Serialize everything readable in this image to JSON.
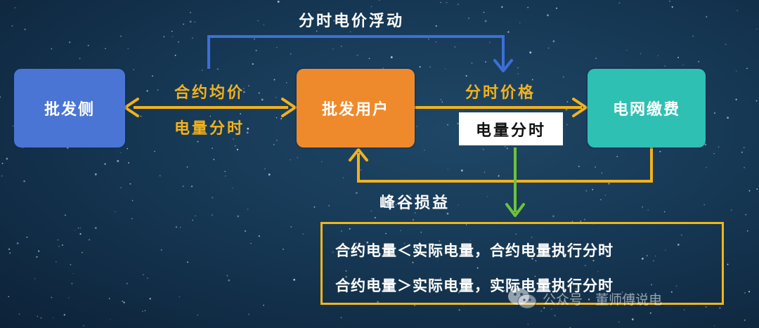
{
  "colors": {
    "blue_box": "#4a75d4",
    "orange_box": "#ef8a2c",
    "teal_box": "#2fc0b4",
    "yellow": "#f3b21b",
    "blue_line": "#3c6fd8",
    "green_arrow": "#6fc23a"
  },
  "nodes": {
    "wholesale_side": "批发侧",
    "wholesale_user": "批发用户",
    "grid_payment": "电网缴费"
  },
  "labels": {
    "tou_float": "分时电价浮动",
    "contract_avg_price": "合约均价",
    "energy_tou": "电量分时",
    "tou_price": "分时价格",
    "energy_tou_box": "电量分时",
    "peak_valley": "峰谷损益"
  },
  "notes": [
    "合约电量＜实际电量，合约电量执行分时",
    "合约电量＞实际电量，实际电量执行分时"
  ],
  "watermark": {
    "text": "公众号 · 董师傅说电",
    "icon": "wechat-icon"
  }
}
